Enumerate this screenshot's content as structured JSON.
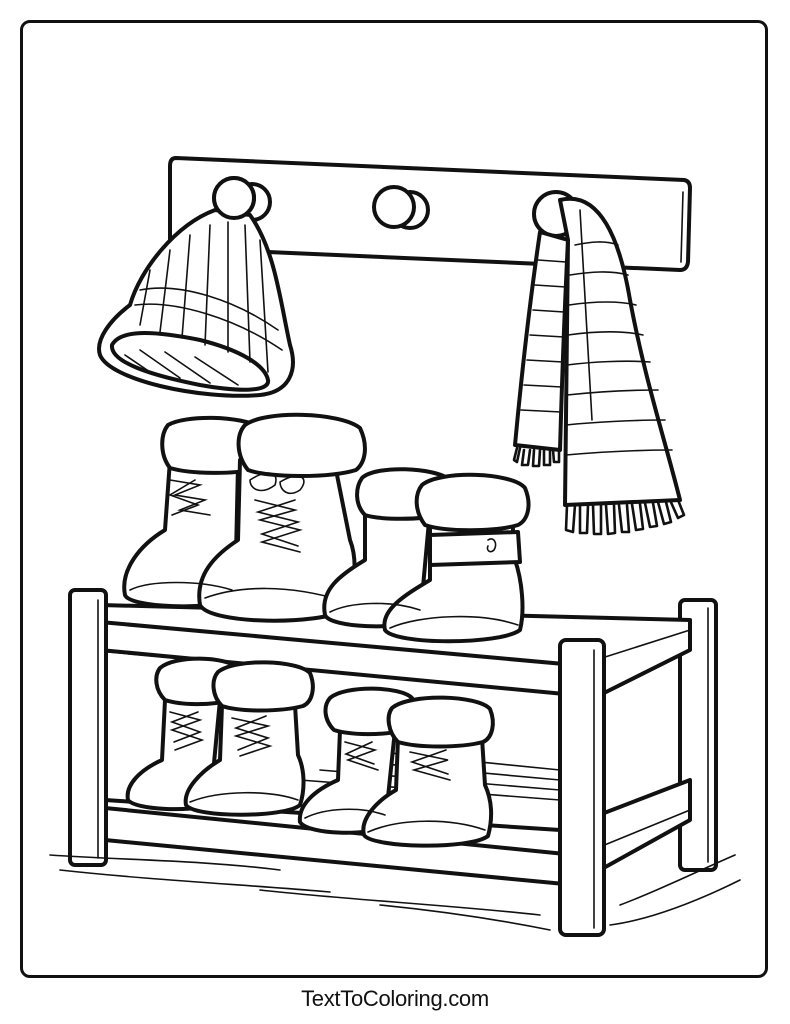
{
  "page": {
    "subject": "Winter boots on a wooden shoe rack with a knit hat and striped scarf hanging on a peg rack",
    "footer_text": "TextToColoring.com"
  },
  "colors": {
    "line": "#111111",
    "background": "#ffffff"
  },
  "illustration": {
    "peg_rack": {
      "pegs": 3
    },
    "hat": {
      "type": "knit beanie",
      "on_peg": 1
    },
    "scarf": {
      "type": "striped scarf with fringe",
      "on_peg": 3
    },
    "shoe_rack": {
      "shelves": 2,
      "posts": 4
    },
    "boots": [
      {
        "shelf": "top",
        "position": "left",
        "style": "lace-up fur-trim boots"
      },
      {
        "shelf": "top",
        "position": "right",
        "style": "fur-trim boots with strap and buckle"
      },
      {
        "shelf": "bottom",
        "position": "left",
        "style": "lace-up fur-trim boots"
      },
      {
        "shelf": "bottom",
        "position": "right",
        "style": "lace-up fur-trim boots"
      }
    ]
  }
}
